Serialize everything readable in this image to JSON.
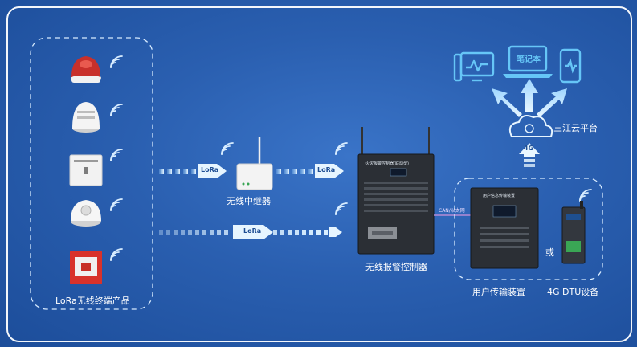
{
  "diagram": {
    "terminal_group_label": "LoRa无线终端产品",
    "repeater_label": "无线中继器",
    "lora_tag_1": "LoRa",
    "lora_tag_2": "LoRa",
    "lora_tag_3": "LoRa",
    "controller_label": "无线报警控制器",
    "controller_panel_text": "火灾报警控制器(联动型)",
    "link_label": "CAN/以太网",
    "transmitter_label": "用户传输装置",
    "transmitter_panel_text": "用户信息传输装置",
    "or_label": "或",
    "dtu_label": "4G DTU设备",
    "cloud_label": "三江云平台",
    "cloud_tag": "4G",
    "laptop_tag": "笔记本"
  },
  "colors": {
    "background": "#2a5fb0",
    "arrow": "#cfe9ff",
    "icon": "#67c4f5",
    "device_dark": "#2d3137",
    "text": "#ffffff"
  }
}
